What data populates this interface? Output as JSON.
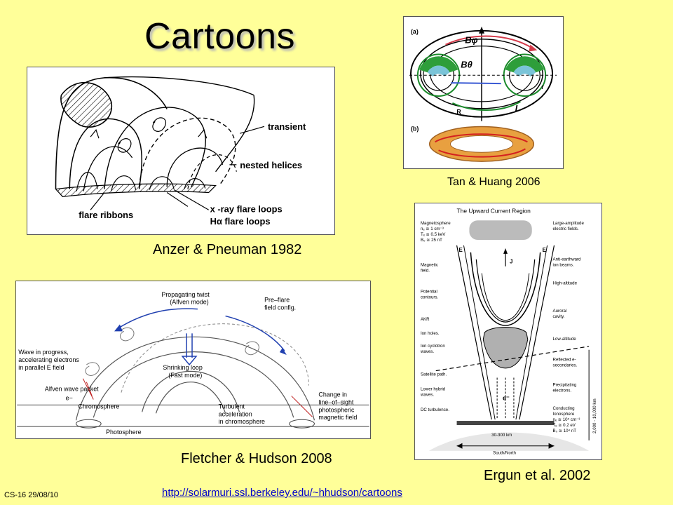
{
  "slide": {
    "title": "Cartoons",
    "slide_id": "CS-16 29/08/10",
    "url": "http://solarmuri.ssl.berkeley.edu/~hhudson/cartoons"
  },
  "figures": {
    "anzer": {
      "caption": "Anzer & Pneuman 1982",
      "labels": {
        "transient": "transient",
        "nested": "nested helices",
        "ribbons": "flare ribbons",
        "xray": "x -ray flare loops",
        "halpha": "Hα  flare loops"
      }
    },
    "tan": {
      "caption": "Tan & Huang 2006",
      "labels": {
        "a": "(a)",
        "b": "(b)",
        "bphi": "Bφ",
        "btheta": "Bθ",
        "r": "r",
        "R": "R",
        "I": "I"
      }
    },
    "fletcher": {
      "caption": "Fletcher & Hudson 2008",
      "labels": {
        "twist1": "Propagating twist",
        "twist2": "(Alfven mode)",
        "preflare1": "Pre–flare",
        "preflare2": "field config.",
        "wave1": "Wave in progress,",
        "wave2": "accelerating electrons",
        "wave3": "in parallel E field",
        "shrink1": "Shrinking loop",
        "shrink2": "(Fast mode)",
        "packet": "Alfven wave packet",
        "electron": "e−",
        "chromo": "Chromosphere",
        "turb1": "Turbulent",
        "turb2": "acceleration",
        "turb3": "in chromosphere",
        "change1": "Change in",
        "change2": "line–of–sight",
        "change3": "photospheric",
        "change4": "magnetic field",
        "photo": "Photosphere"
      }
    },
    "ergun": {
      "caption": "Ergun et al. 2002",
      "labels": {
        "title": "The Upward Current Region",
        "mag": "Magnetosphere",
        "n1": "nₑ ≅ 1 cm⁻³",
        "t1": "Tₑ ≅ 0.5 keV",
        "b1": "B₀ ≅ 25 nT",
        "eobs": "E",
        "j": "J",
        "magfield": "Magnetic",
        "field": "field.",
        "pot1": "Potential",
        "pot2": "contours.",
        "akr": "AKR",
        "ionholes": "Ion holes.",
        "ioncyc1": "Ion cyclotron",
        "ioncyc2": "waves.",
        "sat": "Satellite path.",
        "lh1": "Lower hybrid",
        "lh2": "waves.",
        "dc": "DC turbulence.",
        "large1": "Large-amplitude",
        "large2": "electric fields.",
        "anti1": "Anti-earthward",
        "anti2": "ion beams.",
        "high1": "High-altitude",
        "auroral1": "Auroral",
        "auroral2": "cavity.",
        "low1": "Low-altitude",
        "refl1": "Reflected e-",
        "refl2": "secondaries.",
        "precip1": "Precipitating",
        "precip2": "electrons.",
        "cond1": "Conducting",
        "cond2": "Ionosphere",
        "n2": "nₑ ≅ 10⁵ cm⁻³",
        "t2": "Tₑ ≅ 0.2 eV",
        "b2": "B₀ ≅ 10⁴ nT",
        "range": "30-300 km",
        "alt": "2,000 - 10,000 km",
        "sn": "South/North",
        "eminus": "e⁻"
      }
    }
  }
}
